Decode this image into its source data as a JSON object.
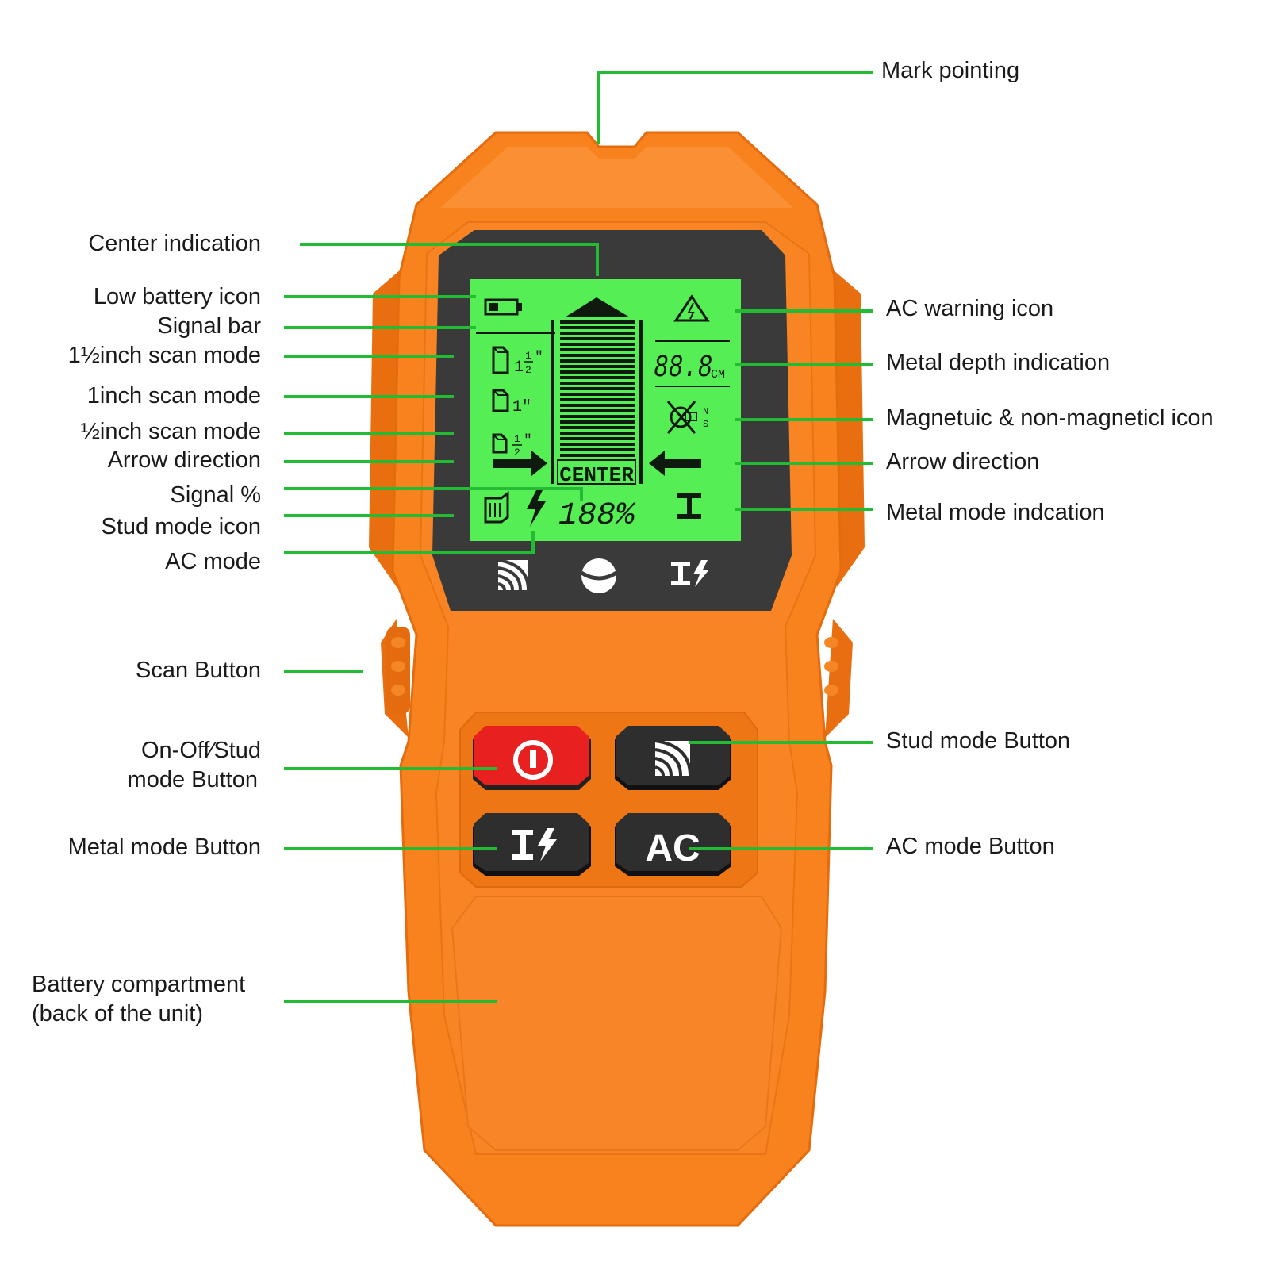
{
  "colors": {
    "body_orange": "#F7821E",
    "body_dark_orange": "#E96E10",
    "lcd_green": "#55EE55",
    "bezel": "#3A3A3A",
    "leader_green": "#22BB33",
    "power_red": "#E82020",
    "button_dark": "#2E2E2E"
  },
  "labels_left": {
    "center_indication": "Center indication",
    "low_battery_icon": "Low battery icon",
    "signal_bar": "Signal bar",
    "scan_1_5_inch": "1½inch scan mode",
    "scan_1_inch": "1inch scan mode",
    "scan_half_inch": "½inch scan mode",
    "arrow_direction": "Arrow direction",
    "signal_percent": "Signal %",
    "stud_mode_icon": "Stud mode icon",
    "ac_mode": "AC mode",
    "scan_button": "Scan Button",
    "onoff_line1": "On-Off∕Stud",
    "onoff_line2": "mode Button",
    "metal_mode_button": "Metal mode Button",
    "battery_line1": "Battery compartment",
    "battery_line2": "(back of the unit)"
  },
  "labels_right": {
    "mark_pointing": "Mark pointing",
    "ac_warning_icon": "AC warning icon",
    "metal_depth_indication": "Metal depth indication",
    "magnetic_icon": "Magnetuic & non-magneticl icon",
    "arrow_direction": "Arrow direction",
    "metal_mode_indication": "Metal mode indcation",
    "stud_mode_button": "Stud mode Button",
    "ac_mode_button": "AC mode Button"
  },
  "lcd": {
    "depth_value": "88.8",
    "depth_unit": "CM",
    "center_text": "CENTER",
    "signal_value": "188%",
    "mode_1_5_whole": "1",
    "fraction_num": "1",
    "fraction_den": "2",
    "inch_mark": "\"",
    "mode_1": "1\"",
    "magnet_n": "N",
    "magnet_s": "S"
  },
  "buttons": {
    "ac_label": "AC"
  },
  "icons": {
    "power": "power-icon",
    "stud": "stud-wave-icon",
    "metal": "metal-beam-lightning-icon",
    "battery": "low-battery-icon",
    "warning": "ac-warning-triangle-icon",
    "magnet": "magnet-icon"
  }
}
